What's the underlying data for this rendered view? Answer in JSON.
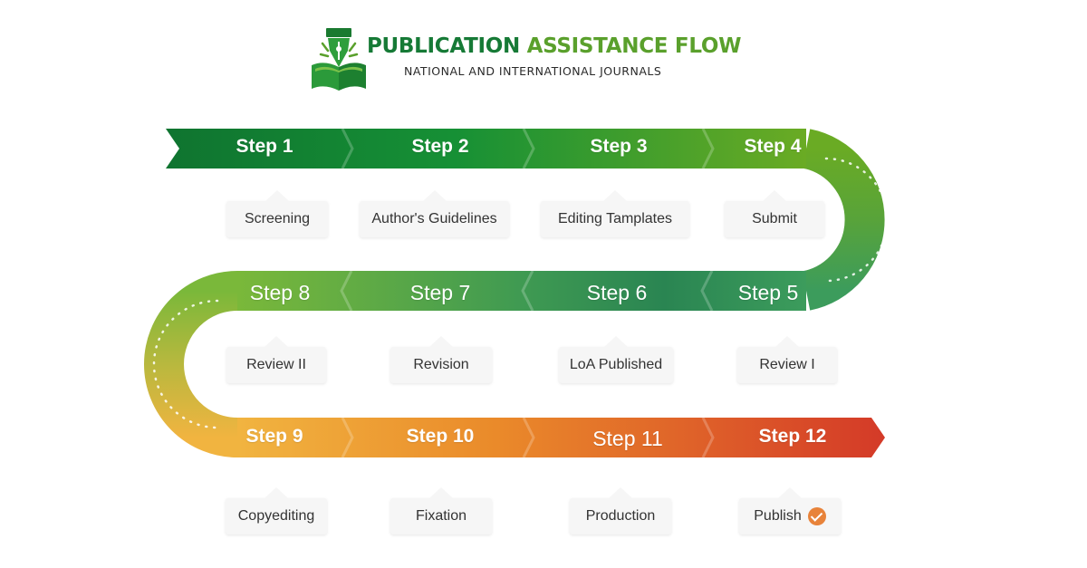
{
  "header": {
    "title_part1": "PUBLICATION",
    "title_part2": "ASSISTANCE FLOW",
    "subtitle": "NATIONAL AND INTERNATIONAL JOURNALS",
    "logo_icon": "pen-nib-book-icon"
  },
  "rows": [
    {
      "steps": [
        {
          "label": "Step 1",
          "box": "Screening"
        },
        {
          "label": "Step 2",
          "box": "Author's Guidelines"
        },
        {
          "label": "Step 3",
          "box": "Editing Tamplates"
        },
        {
          "label": "Step 4",
          "box": "Submit"
        }
      ]
    },
    {
      "steps": [
        {
          "label": "Step 8",
          "box": "Review II"
        },
        {
          "label": "Step 7",
          "box": "Revision"
        },
        {
          "label": "Step 6",
          "box": "LoA Published"
        },
        {
          "label": "Step 5",
          "box": "Review I"
        }
      ]
    },
    {
      "steps": [
        {
          "label": "Step 9",
          "box": "Copyediting"
        },
        {
          "label": "Step 10",
          "box": "Fixation"
        },
        {
          "label": "Step 11",
          "box": "Production"
        },
        {
          "label": "Step 12",
          "box": "Publish"
        }
      ]
    }
  ],
  "colors": {
    "row1": [
      "#0f7430",
      "#138c36",
      "#4f9c22",
      "#6aab24"
    ],
    "row2": [
      "#70b03a",
      "#4fa34c",
      "#2f8c55",
      "#3c9c5c"
    ],
    "row3": [
      "#f1b13f",
      "#ea8e2a",
      "#e2661f",
      "#d6402a"
    ],
    "title_dark": "#167a36",
    "title_light": "#5aa02c",
    "check_badge": "#e8833a"
  },
  "publish_icon": "check-circle-icon"
}
